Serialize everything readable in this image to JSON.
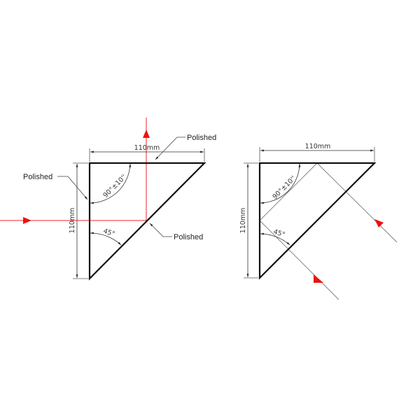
{
  "colors": {
    "outline": "#111111",
    "dimension": "#333333",
    "beam_left": "#e8252a",
    "beam_right": "#7a7a7a",
    "arrow": "#ee1111"
  },
  "left_prism": {
    "width_dimension": "110mm",
    "height_dimension": "110mm",
    "right_angle": "90°±10''",
    "base_angle": "45°",
    "labels": {
      "top_face": "Polished",
      "left_face": "Polished",
      "hypotenuse_face": "Polished"
    },
    "beam": "incoming horizontal from left, reflected upward at hypotenuse"
  },
  "right_prism": {
    "width_dimension": "110mm",
    "height_dimension": "110mm",
    "right_angle": "90°±10''",
    "base_angle": "45°",
    "beam": "incoming from lower right, retro-reflected via two internal reflections, exits toward lower right"
  }
}
